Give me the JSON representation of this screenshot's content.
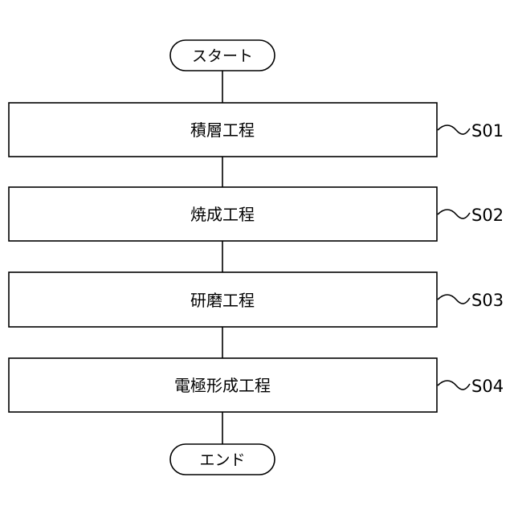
{
  "flowchart": {
    "start_label": "スタート",
    "end_label": "エンド",
    "steps": [
      {
        "label": "積層工程",
        "step_id": "S01"
      },
      {
        "label": "焼成工程",
        "step_id": "S02"
      },
      {
        "label": "研磨工程",
        "step_id": "S03"
      },
      {
        "label": "電極形成工程",
        "step_id": "S04"
      }
    ]
  },
  "colors": {
    "line": "#000000",
    "background": "#ffffff",
    "text": "#000000"
  }
}
